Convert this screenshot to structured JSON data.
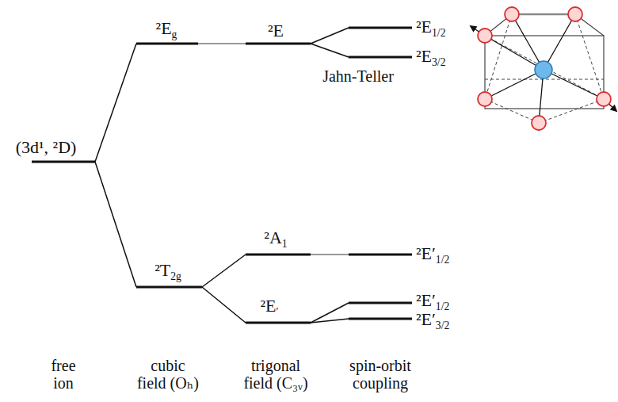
{
  "diagram": {
    "labels": [
      "(3d¹, ²D)",
      "²Eg",
      "²E",
      "²E1/2",
      "²E3/2",
      "Jahn-Teller",
      "²T2g",
      "²A1",
      "²E′",
      "²E′1/2",
      "²E′1/2",
      "²E′3/2",
      "free ion",
      "cubic field (Oₕ)",
      "trigonal field (C₃ᵥ)",
      "spin-orbit coupling"
    ]
  }
}
